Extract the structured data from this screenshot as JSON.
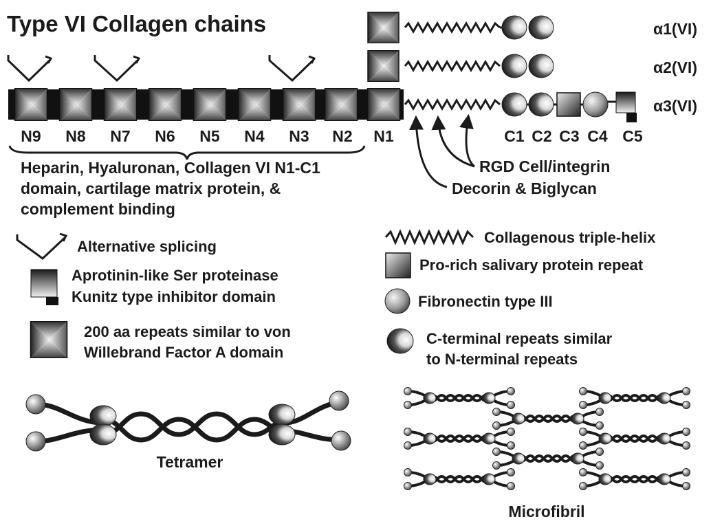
{
  "title": "Type VI Collagen chains",
  "chains": {
    "a1": "α1(VI)",
    "a2": "α2(VI)",
    "a3": "α3(VI)"
  },
  "n_domains": [
    "N9",
    "N8",
    "N7",
    "N6",
    "N5",
    "N4",
    "N3",
    "N2",
    "N1"
  ],
  "c_domains": [
    "C1",
    "C2",
    "C3",
    "C4",
    "C5"
  ],
  "binding_lines": [
    "Heparin, Hyaluronan, Collagen VI N1-C1",
    "domain, cartilage matrix protein, &",
    "complement binding"
  ],
  "annotations": {
    "rgd": "RGD Cell/integrin",
    "decorin": "Decorin & Biglycan"
  },
  "legend": {
    "splicing": "Alternative splicing",
    "kunitz_1": "Aprotinin-like Ser proteinase",
    "kunitz_2": "Kunitz type inhibitor domain",
    "vwa_1": "200 aa repeats similar to von",
    "vwa_2": "Willebrand Factor A domain",
    "helix": "Collagenous triple-helix",
    "prorich": "Pro-rich salivary protein repeat",
    "fn3": "Fibronectin type III",
    "cterm_1": "C-terminal repeats similar",
    "cterm_2": "to N-terminal repeats"
  },
  "assemblies": {
    "tetramer": "Tetramer",
    "microfibril": "Microfibril"
  },
  "colors": {
    "ink": "#1b1b1b",
    "domain_dark": "#2a2a2a",
    "domain_light": "#f2f2f2"
  }
}
